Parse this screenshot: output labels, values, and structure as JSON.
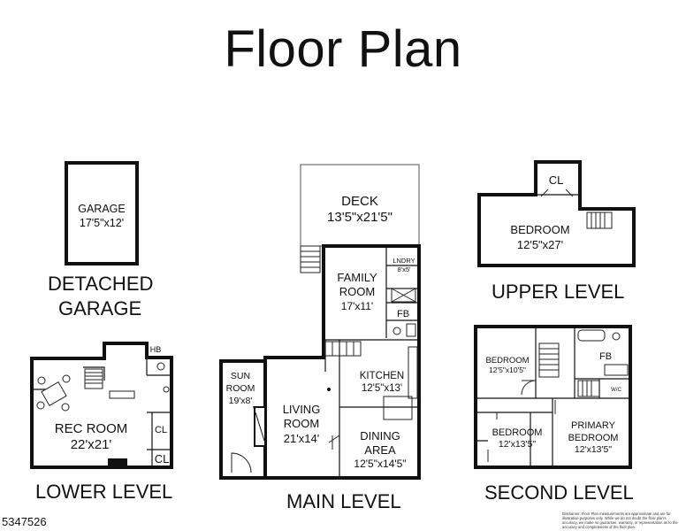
{
  "title": "Floor Plan",
  "listing_id": "5347526",
  "disclaimer": "Disclaimer: Floor Plan measurements are approximate and are for illustrative purposes only. While we do not doubt the floor plan's accuracy, we make no guarantee, warranty, or representation as to the accuracy and completeness of the floor plan.",
  "levels": {
    "detached_garage": {
      "caption_line1": "DETACHED",
      "caption_line2": "GARAGE",
      "rooms": {
        "garage": {
          "name": "GARAGE",
          "dims": "17'5\"x12'"
        }
      }
    },
    "lower": {
      "caption": "LOWER LEVEL",
      "rooms": {
        "rec_room": {
          "name": "REC ROOM",
          "dims": "22'x21'"
        },
        "hb": {
          "name": "HB"
        },
        "cl1": {
          "name": "CL"
        },
        "cl2": {
          "name": "CL"
        }
      }
    },
    "main": {
      "caption": "MAIN LEVEL",
      "rooms": {
        "deck": {
          "name": "DECK",
          "dims": "13'5\"x21'5\""
        },
        "family_room": {
          "name1": "FAMILY",
          "name2": "ROOM",
          "dims": "17'x11'"
        },
        "lndry": {
          "name": "LNDRY",
          "dims": "8'x5'"
        },
        "fb": {
          "name": "FB"
        },
        "sun_room": {
          "name1": "SUN",
          "name2": "ROOM",
          "dims": "19'x8'"
        },
        "living_room": {
          "name1": "LIVING",
          "name2": "ROOM",
          "dims": "21'x14'"
        },
        "kitchen": {
          "name": "KITCHEN",
          "dims": "12'5\"x13'"
        },
        "dining_area": {
          "name1": "DINING",
          "name2": "AREA",
          "dims": "12'5\"x14'5\""
        }
      }
    },
    "upper": {
      "caption": "UPPER LEVEL",
      "rooms": {
        "cl": {
          "name": "CL"
        },
        "bedroom": {
          "name": "BEDROOM",
          "dims": "12'5\"x27'"
        }
      }
    },
    "second": {
      "caption": "SECOND LEVEL",
      "rooms": {
        "bedroom1": {
          "name": "BEDROOM",
          "dims": "12'5\"x10'5\""
        },
        "fb": {
          "name": "FB"
        },
        "wic": {
          "name": "W/C"
        },
        "bedroom2": {
          "name": "BEDROOM",
          "dims": "12'x13'5\""
        },
        "primary": {
          "name1": "PRIMARY",
          "name2": "BEDROOM",
          "dims": "12'x13'5\""
        }
      }
    }
  }
}
